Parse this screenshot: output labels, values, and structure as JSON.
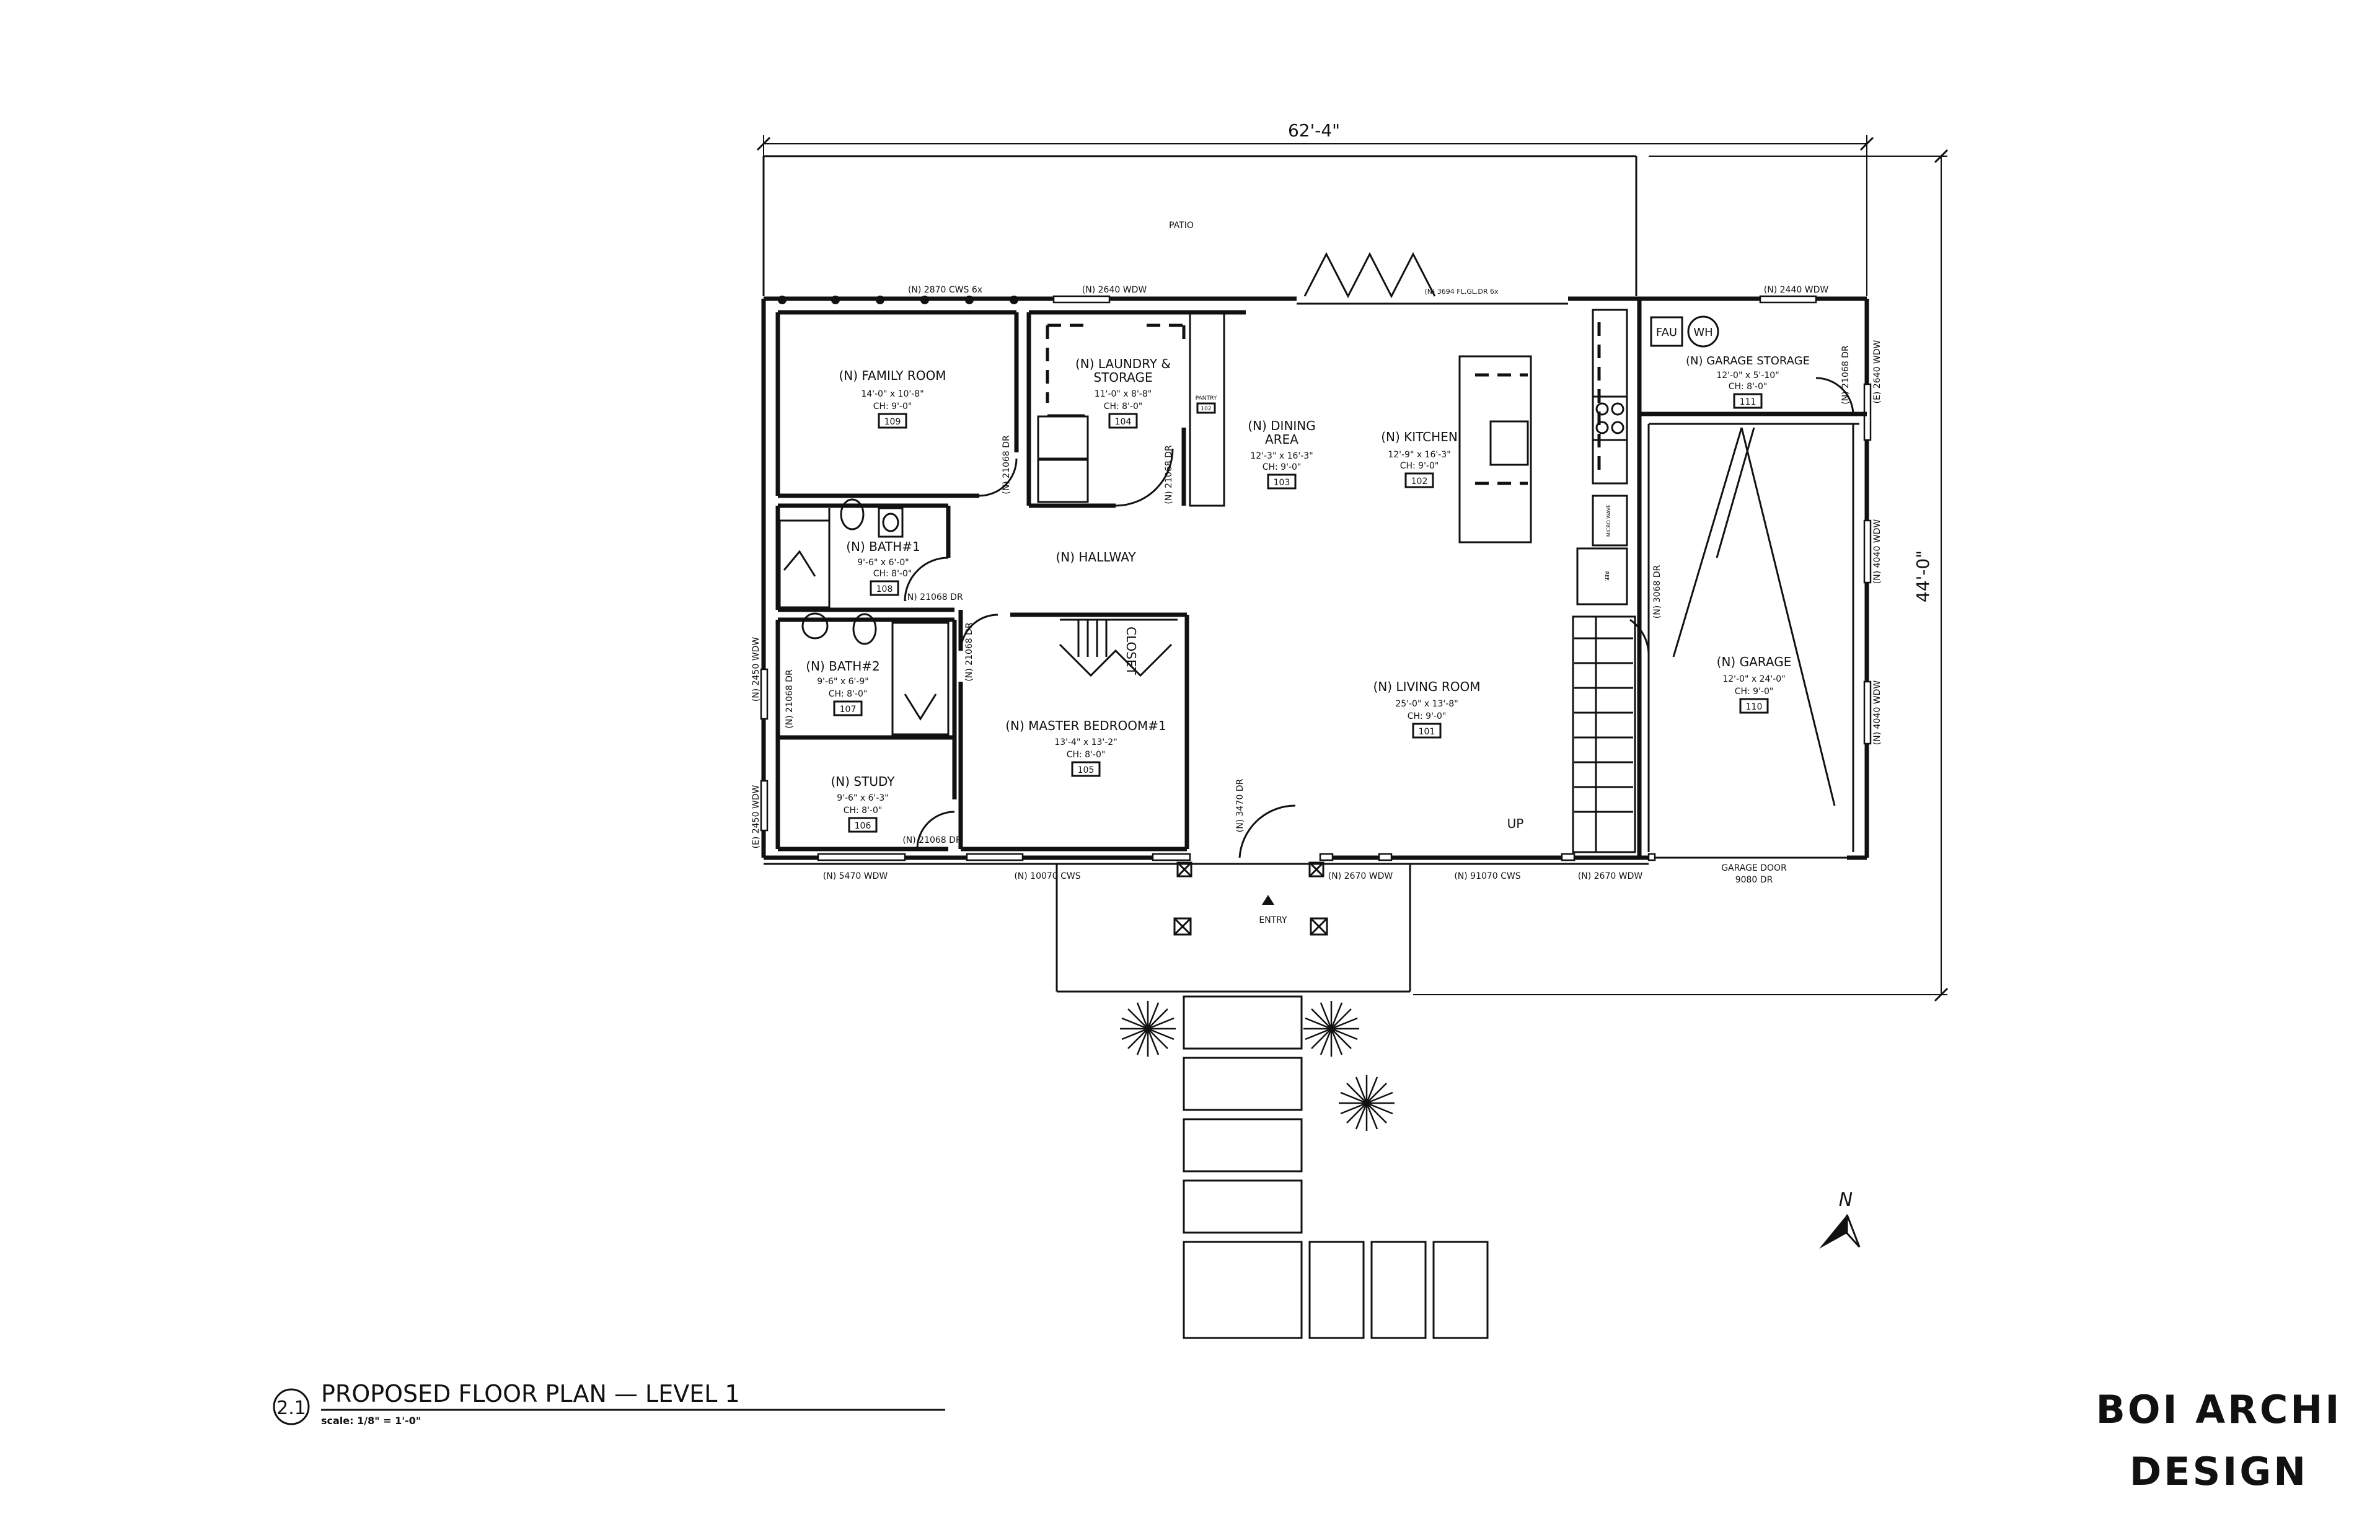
{
  "dimensions": {
    "overall_width": "62'-4\"",
    "overall_depth": "44'-0\""
  },
  "patio_label": "PATIO",
  "rooms": [
    {
      "key": "family",
      "name": "(N) FAMILY ROOM",
      "size": "14'-0\" x 10'-8\"",
      "ch": "CH: 9'-0\"",
      "num": "109"
    },
    {
      "key": "laundry",
      "name": "(N) LAUNDRY &",
      "name2": "STORAGE",
      "size": "11'-0\" x 8'-8\"",
      "ch": "CH: 8'-0\"",
      "num": "104"
    },
    {
      "key": "dining",
      "name": "(N) DINING",
      "name2": "AREA",
      "size": "12'-3\" x 16'-3\"",
      "ch": "CH: 9'-0\"",
      "num": "103"
    },
    {
      "key": "kitchen",
      "name": "(N) KITCHEN",
      "size": "12'-9\" x 16'-3\"",
      "ch": "CH: 9'-0\"",
      "num": "102"
    },
    {
      "key": "gstorage",
      "name": "(N) GARAGE STORAGE",
      "size": "12'-0\" x 5'-10\"",
      "ch": "CH: 8'-0\"",
      "num": "111"
    },
    {
      "key": "bath1",
      "name": "(N) BATH#1",
      "size": "9'-6\" x 6'-0\"",
      "ch": "CH: 8'-0\"",
      "num": "108"
    },
    {
      "key": "bath2",
      "name": "(N) BATH#2",
      "size": "9'-6\" x 6'-9\"",
      "ch": "CH: 8'-0\"",
      "num": "107"
    },
    {
      "key": "master",
      "name": "(N) MASTER BEDROOM#1",
      "size": "13'-4\" x 13'-2\"",
      "ch": "CH: 8'-0\"",
      "num": "105"
    },
    {
      "key": "living",
      "name": "(N) LIVING ROOM",
      "size": "25'-0\" x 13'-8\"",
      "ch": "CH: 9'-0\"",
      "num": "101"
    },
    {
      "key": "garage",
      "name": "(N) GARAGE",
      "size": "12'-0\" x 24'-0\"",
      "ch": "CH: 9'-0\"",
      "num": "110"
    },
    {
      "key": "study",
      "name": "(N) STUDY",
      "size": "9'-6\" x 6'-3\"",
      "ch": "CH: 8'-0\"",
      "num": "106"
    }
  ],
  "labels": {
    "hallway": "(N) HALLWAY",
    "closet": "CLOSET",
    "pantry": "PANTRY",
    "pantry_num": "102",
    "entry": "ENTRY",
    "up": "UP",
    "fau": "FAU",
    "wh": "WH",
    "garage_door_1": "GARAGE DOOR",
    "garage_door_2": "9080 DR",
    "ref": "REF.",
    "microwave": "MICRO WAVE",
    "north": "N"
  },
  "openings": {
    "top_2870": "(N) 2870 CWS 6x",
    "top_2640": "(N) 2640 WDW",
    "top_3694": "(N) 3694 FL.GL.DR 6x",
    "top_2440": "(N) 2440 WDW",
    "bot_5470": "(N) 5470 WDW",
    "bot_10070": "(N) 10070 CWS",
    "bot_2670a": "(N) 2670 WDW",
    "bot_91070": "(N) 91070 CWS",
    "bot_2670b": "(N) 2670 WDW",
    "dr_family": "(N) 21068 DR",
    "dr_laundry": "(N) 21068 DR",
    "dr_bath1": "(N) 21068 DR",
    "dr_master": "(N) 21068 DR",
    "dr_study": "(N) 21068 DR",
    "dr_bath2": "(N) 21068 DR",
    "dr_gstor": "(N) 21068 DR",
    "dr_entry": "(N) 3470 DR",
    "dr_garage": "(N) 3068 DR",
    "left_2450a": "(N) 2450 WDW",
    "left_2450b": "(E) 2450 WDW",
    "right_2640": "(E) 2640 WDW",
    "right_4040a": "(N) 4040 WDW",
    "right_4040b": "(N) 4040 WDW"
  },
  "title_block": {
    "number": "2.1",
    "title": "PROPOSED FLOOR PLAN — LEVEL 1",
    "scale": "scale: 1/8\" = 1'-0\""
  },
  "brand": {
    "line1": "BOI ARCHI",
    "line2": "DESIGN"
  }
}
